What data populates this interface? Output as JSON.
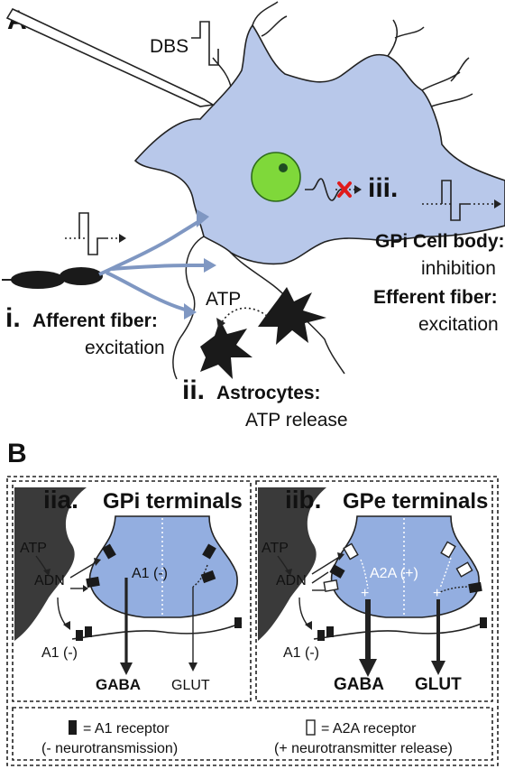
{
  "panel_a": {
    "letter": "A",
    "dbs_label": "DBS",
    "numeral_i": "i.",
    "afferent_label": "Afferent fiber:",
    "afferent_effect": "excitation",
    "numeral_ii": "ii.",
    "astrocytes_label": "Astrocytes:",
    "astrocytes_effect": "ATP release",
    "atp_label": "ATP",
    "numeral_iii": "iii.",
    "cellbody_label": "GPi Cell body:",
    "cellbody_effect": "inhibition",
    "efferent_label": "Efferent fiber:",
    "efferent_effect": "excitation"
  },
  "panel_b": {
    "letter": "B",
    "left": {
      "numeral": "iia.",
      "title": "GPi terminals",
      "atp": "ATP",
      "adn": "ADN",
      "receptor_inner": "A1 (-)",
      "receptor_outer": "A1 (-)",
      "out_left": "GABA",
      "out_right": "GLUT"
    },
    "right": {
      "numeral": "iib.",
      "title": "GPe terminals",
      "atp": "ATP",
      "adn": "ADN",
      "receptor_inner": "A2A (+)",
      "receptor_outer": "A1 (-)",
      "out_left": "GABA",
      "out_right": "GLUT"
    },
    "legend": {
      "a1_text": "= A1 receptor",
      "a1_sub": "(- neurotransmission)",
      "a2a_text": "= A2A receptor",
      "a2a_sub": "(+ neurotransmitter release)"
    }
  },
  "colors": {
    "cell_fill": "#b8c8ea",
    "terminal_fill": "#93aee0",
    "nucleus": "#7fd83a",
    "astrocyte": "#1a1a1a",
    "block": "#e01b1b",
    "axon_blue": "#7f97c2"
  }
}
